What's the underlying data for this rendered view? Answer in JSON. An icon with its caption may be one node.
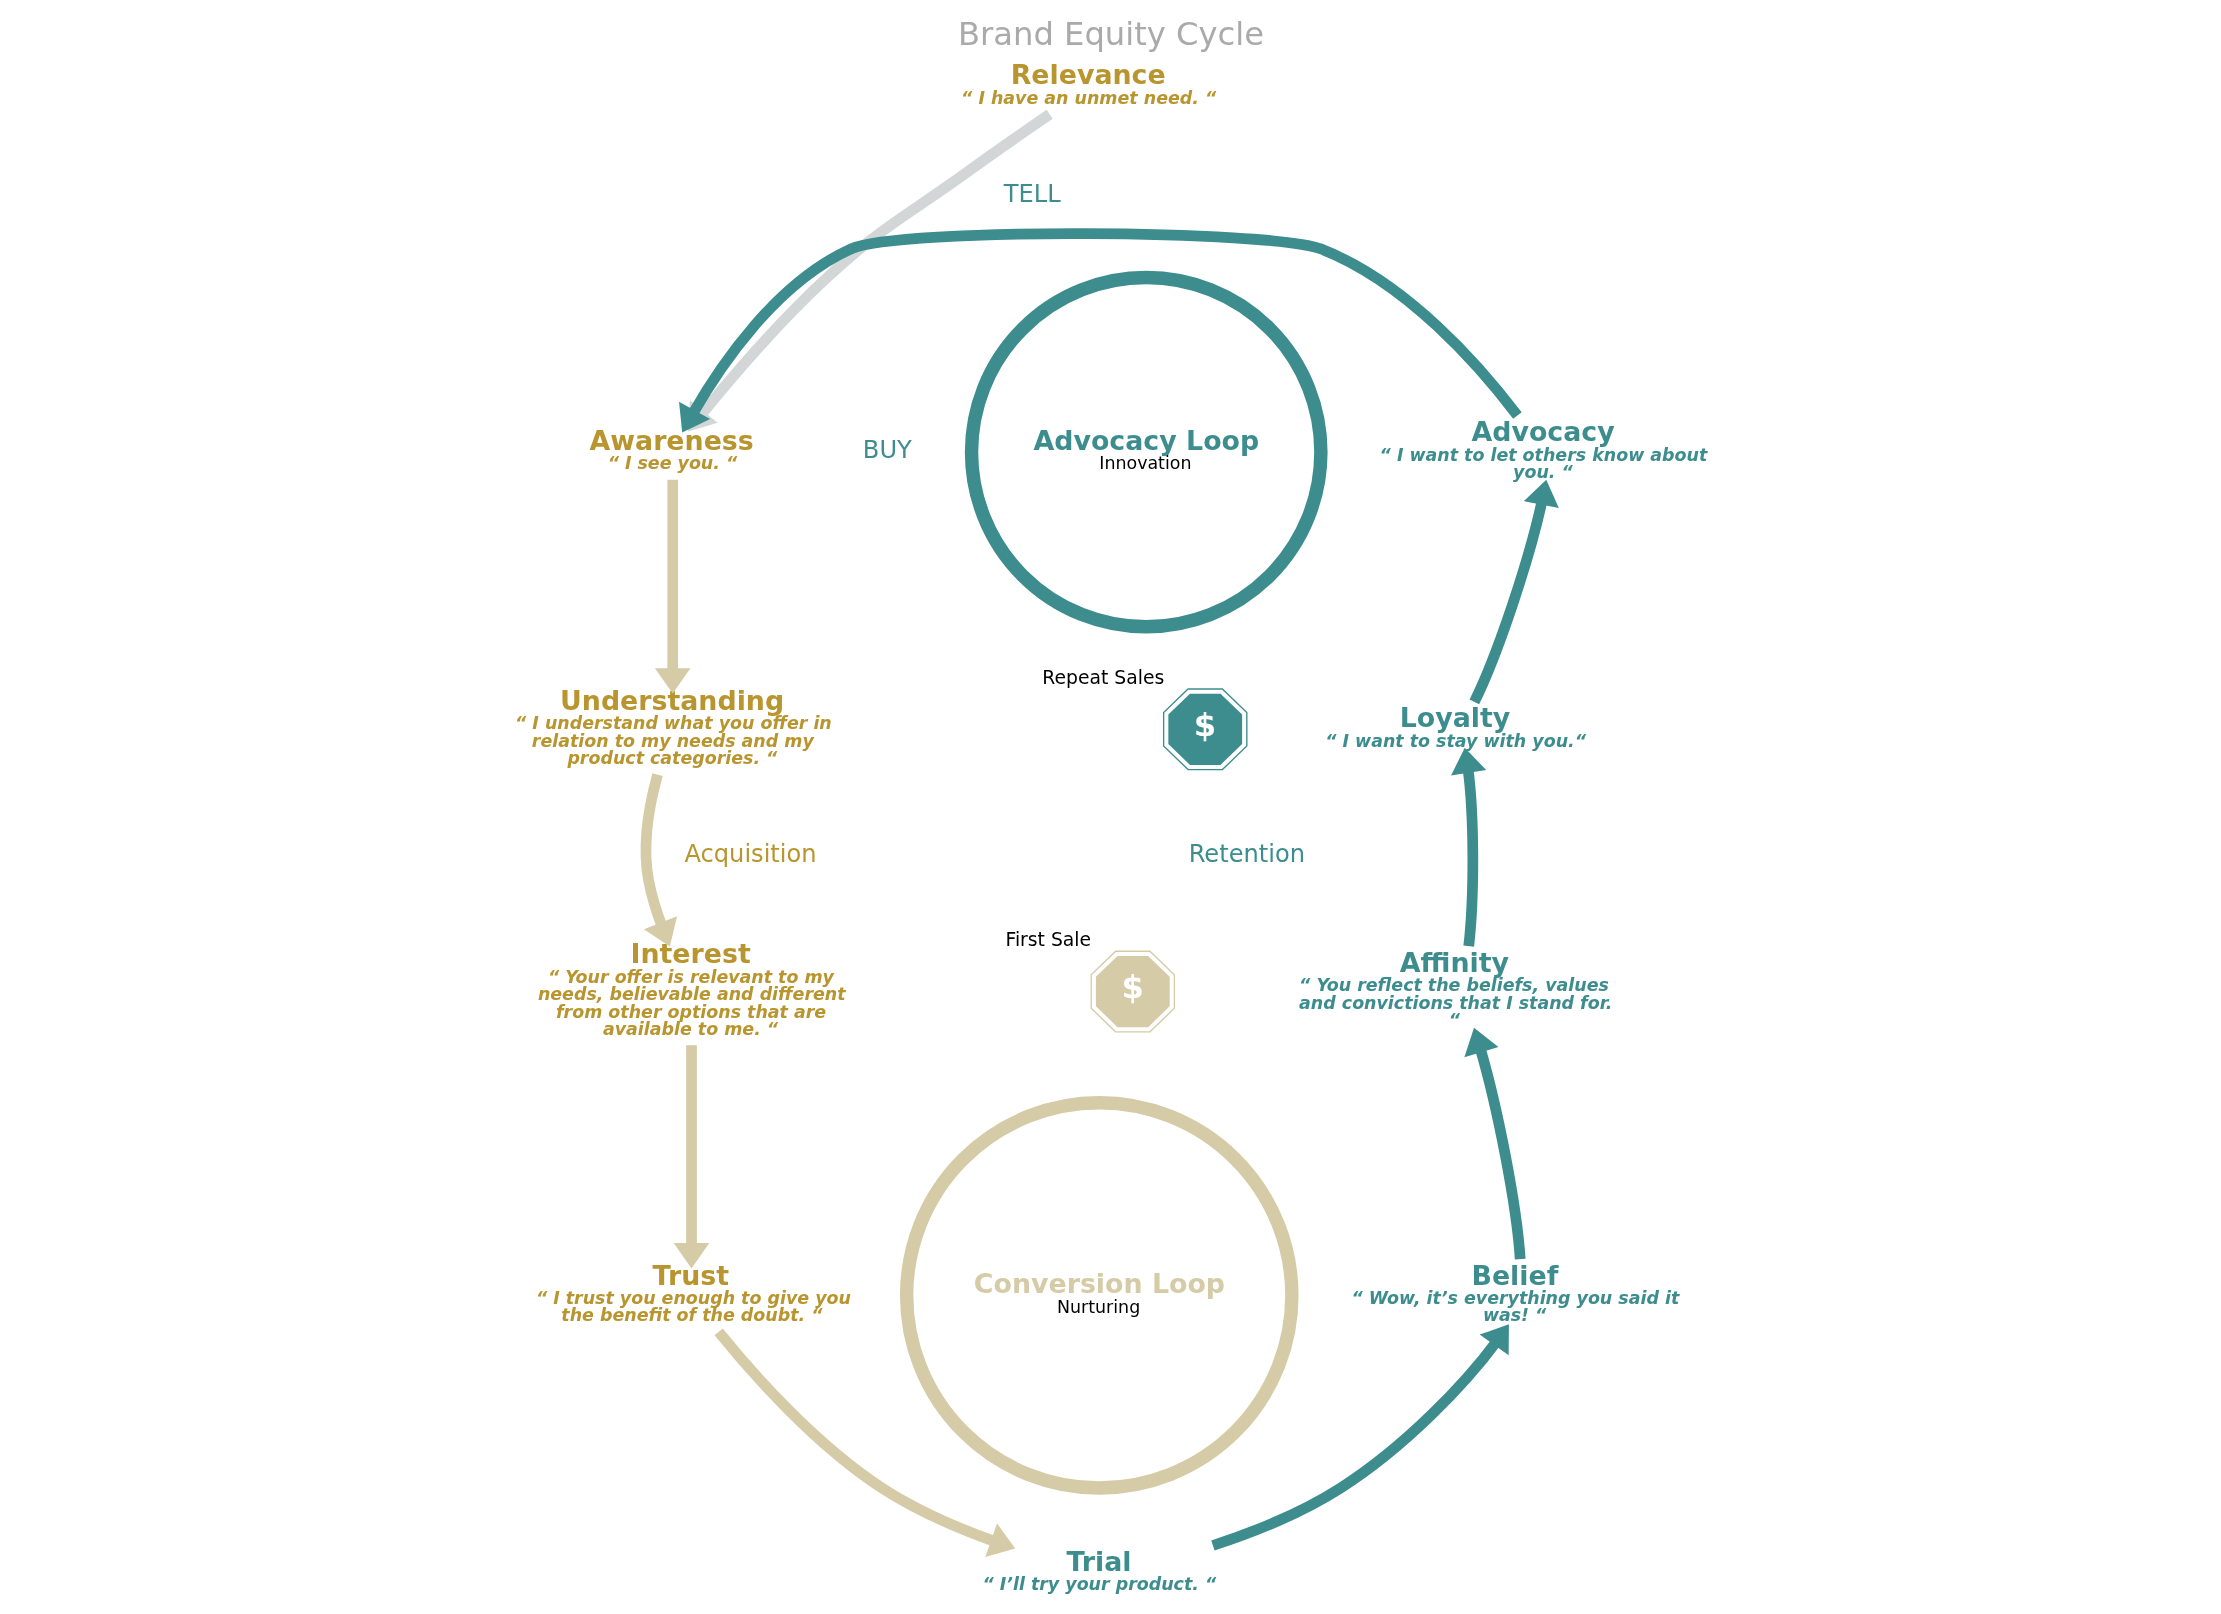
{
  "diagram": {
    "title": "Brand Equity Cycle",
    "nodes": [
      {
        "text": [
          "Relevance",
          "“ I have an unmet need. “"
        ]
      },
      {
        "text": [
          "Awareness",
          "“ I see you. “"
        ]
      },
      {
        "text": [
          "Understanding",
          "“ I understand what you offer in relation to my needs and my product categories. “"
        ]
      },
      {
        "text": [
          "Interest",
          "“ Your offer is relevant to my needs, believable and different from other options that are available to me. “"
        ]
      },
      {
        "text": [
          "Trust",
          "“ I trust you enough to give you the benefit of the doubt. “"
        ]
      },
      {
        "text": [
          "Trial",
          "“ I’ll try your product. “"
        ]
      },
      {
        "text": [
          "Belief",
          "“ Wow, it’s everything you said it was! “"
        ]
      },
      {
        "text": [
          "Affinity",
          "“ You reflect the beliefs, values and convictions that I stand for. “"
        ]
      },
      {
        "text": [
          "Loyalty",
          "“ I want to stay with you.“"
        ]
      },
      {
        "text": [
          "Advocacy",
          "“ I want to let others know about you. “"
        ]
      },
      {
        "text": [
          "Advocacy Loop",
          "Innovation"
        ]
      },
      {
        "text": [
          "$"
        ],
        "beside": [
          "Repeat Sales"
        ]
      },
      {
        "text": [
          "$"
        ],
        "beside": [
          "First Sale"
        ]
      },
      {
        "text": [
          "Conversion Loop",
          "Nurturing"
        ]
      }
    ],
    "edges": [
      {
        "from": 0,
        "to": 1,
        "arrow": "to",
        "color": "#d3d6d6"
      },
      {
        "from": 1,
        "to": 2,
        "arrow": "to",
        "color": "#d5cba7"
      },
      {
        "from": 2,
        "to": 3,
        "arrow": "to",
        "color": "#d5cba7"
      },
      {
        "from": 3,
        "to": 4,
        "arrow": "to",
        "color": "#d5cba7"
      },
      {
        "from": 4,
        "to": 5,
        "arrow": "to",
        "color": "#d5cba7"
      },
      {
        "from": 5,
        "to": 6,
        "arrow": "to"
      },
      {
        "from": 6,
        "to": 7,
        "arrow": "to"
      },
      {
        "from": 7,
        "to": 8,
        "arrow": "to"
      },
      {
        "from": 8,
        "to": 9,
        "arrow": "to"
      },
      {
        "from": 9,
        "to": 1,
        "arrow": "to"
      }
    ],
    "labels": [
      "TELL",
      "BUY",
      "Acquisition",
      "Retention"
    ]
  }
}
